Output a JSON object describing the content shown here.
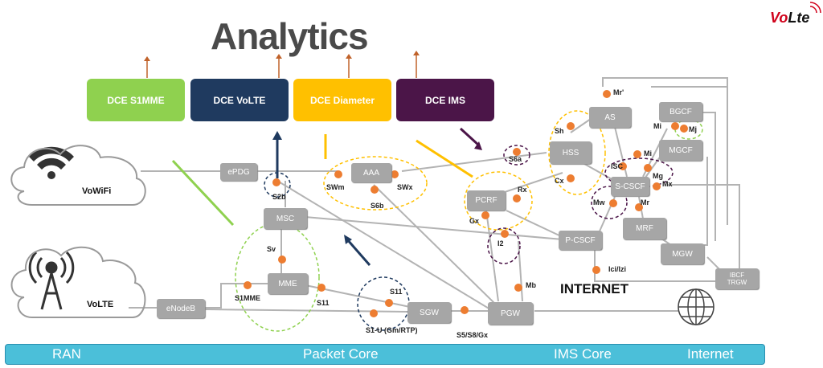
{
  "title": "Analytics",
  "logo": {
    "part1": "Vo",
    "part2": "Lte",
    "color1": "#d0021b",
    "color2": "#111111"
  },
  "dce_boxes": [
    {
      "label": "DCE S1MME",
      "color": "#8fd14f"
    },
    {
      "label": "DCE VoLTE",
      "color": "#1f3a5f"
    },
    {
      "label": "DCE Diameter",
      "color": "#ffc000"
    },
    {
      "label": "DCE IMS",
      "color": "#4b1548"
    }
  ],
  "clouds": {
    "vowifi": "VoWiFi",
    "volte": "VoLTE"
  },
  "nodes": {
    "epdg": "ePDG",
    "aaa": "AAA",
    "msc": "MSC",
    "mme": "MME",
    "enodeb": "eNodeB",
    "sgw": "SGW",
    "pgw": "PGW",
    "pcrf": "PCRF",
    "pcscf": "P-CSCF",
    "hss": "HSS",
    "as": "AS",
    "scscf": "S-CSCF",
    "mrf": "MRF",
    "mgw": "MGW",
    "bgcf": "BGCF",
    "mgcf": "MGCF",
    "ibcf": "IBCF\nTRGW"
  },
  "interfaces": {
    "s2b": "S2b",
    "swm": "SWm",
    "swx": "SWx",
    "s6b": "S6b",
    "s6a": "S6a",
    "sv": "Sv",
    "s1mme": "S1MME",
    "s11a": "S11",
    "s11b": "S11",
    "s1u": "S1-U (Gm/RTP)",
    "s5s8gx": "S5/S8/Gx",
    "rx": "Rx",
    "gx": "Gx",
    "i2": "I2",
    "mb": "Mb",
    "sh": "Sh",
    "cx": "Cx",
    "mr_prime": "Mr'",
    "isc": "ISC",
    "mi1": "Mi",
    "mi2": "Mi",
    "mj": "Mj",
    "mg": "Mg",
    "mx": "Mx",
    "mw": "Mw",
    "mr": "Mr",
    "ici": "Ici/Izi"
  },
  "internet_label": "INTERNET",
  "domains": [
    "RAN",
    "Packet Core",
    "IMS Core",
    "Internet"
  ],
  "colors": {
    "node": "#a6a6a6",
    "dot": "#ed7d31",
    "bar": "#4bbfd9",
    "line": "#a6a6a6"
  }
}
